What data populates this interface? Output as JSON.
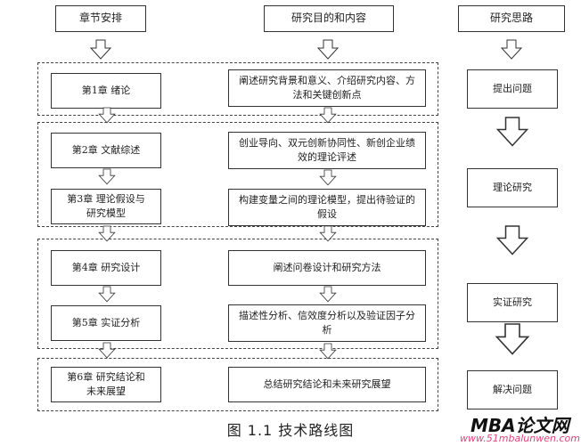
{
  "headers": {
    "chapters": "章节安排",
    "purpose": "研究目的和内容",
    "approach": "研究思路"
  },
  "chapters": [
    "第1章  绪论",
    "第2章  文献综述",
    "第3章  理论假设与研究模型",
    "第4章  研究设计",
    "第5章  实证分析",
    "第6章  研究结论和未来展望"
  ],
  "contents": [
    "阐述研究背景和意义、介绍研究内容、方法和关键创新点",
    "创业导向、双元创新协同性、新创企业绩效的理论评述",
    "构建变量之间的理论模型，提出待验证的假设",
    "阐述问卷设计和研究方法",
    "描述性分析、信效度分析以及验证因子分析",
    "总结研究结论和未来研究展望"
  ],
  "steps": [
    "提出问题",
    "理论研究",
    "实证研究",
    "解决问题"
  ],
  "caption": "图 1.1  技术路线图",
  "watermark": {
    "brand": "MBA论文网",
    "url": "www.51mbalunwen.com"
  }
}
